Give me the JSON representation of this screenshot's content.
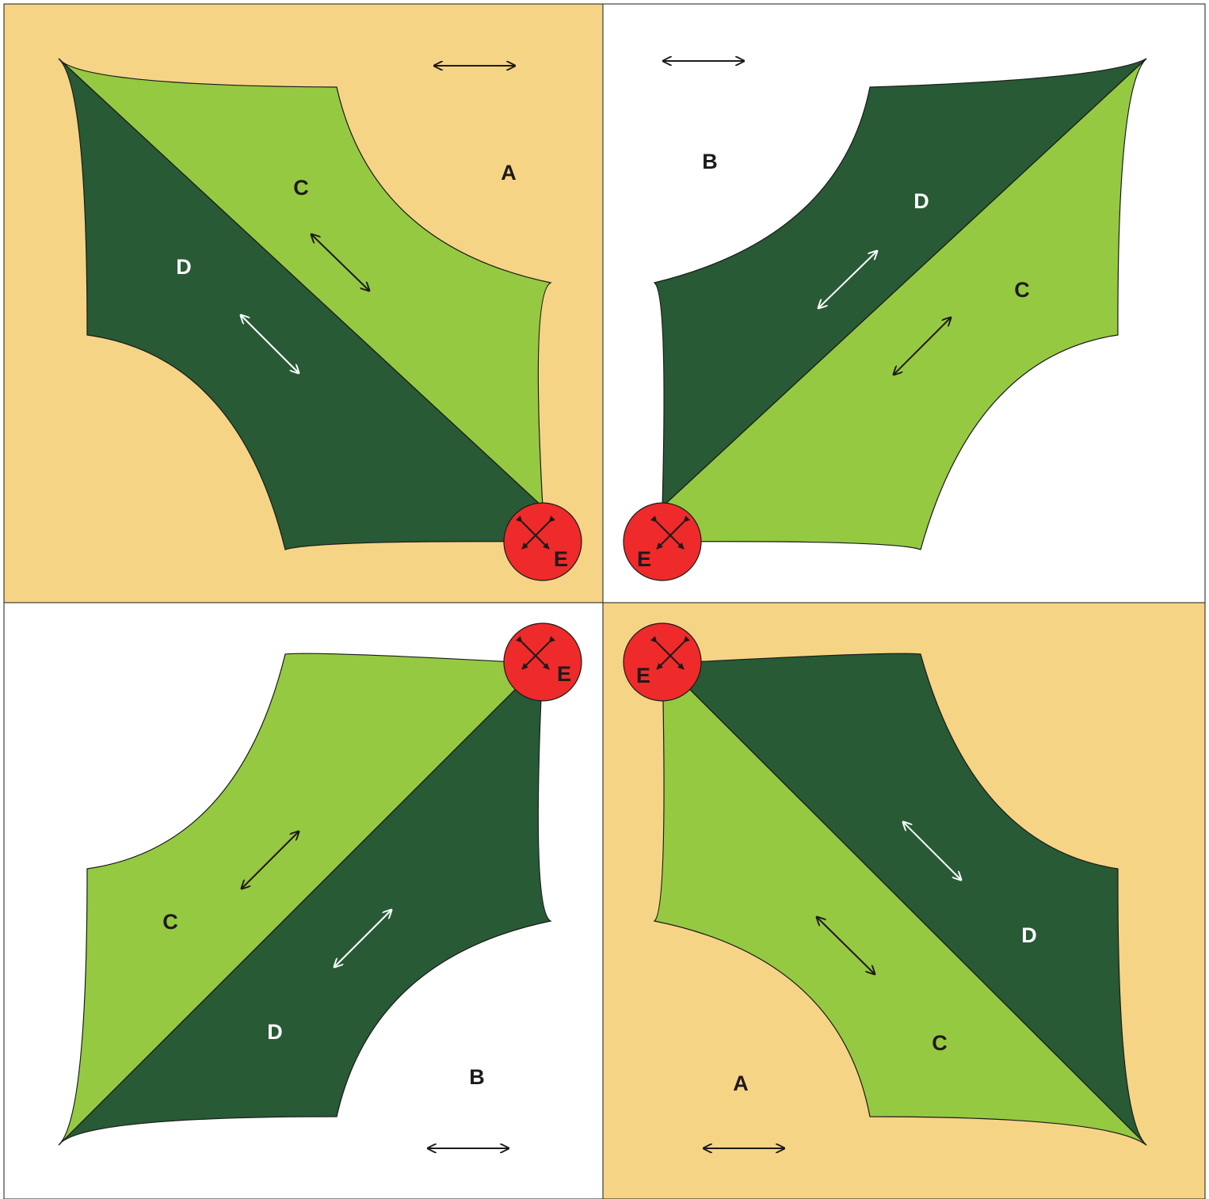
{
  "colors": {
    "background_a": "#f5d486",
    "background_b": "#ffffff",
    "leaf_light": "#95c942",
    "leaf_dark": "#275a35",
    "berry": "#ee2a2a",
    "outline": "#1a1a1a",
    "label_dark": "#1e1a1a",
    "label_light": "#ffffff"
  },
  "labels": {
    "a": "A",
    "b": "B",
    "c": "C",
    "d": "D",
    "e": "E"
  },
  "blocks": [
    {
      "background": "A",
      "leaf_pieces": [
        "C",
        "D"
      ],
      "berry": "E"
    },
    {
      "background": "B",
      "leaf_pieces": [
        "D",
        "C"
      ],
      "berry": "E"
    },
    {
      "background": "B",
      "leaf_pieces": [
        "C",
        "D"
      ],
      "berry": "E"
    },
    {
      "background": "A",
      "leaf_pieces": [
        "D",
        "C"
      ],
      "berry": "E"
    }
  ],
  "symbols": {
    "grain_arrow": "double-headed-arrow-icon",
    "berry_grain": "cross-arrows-icon"
  }
}
